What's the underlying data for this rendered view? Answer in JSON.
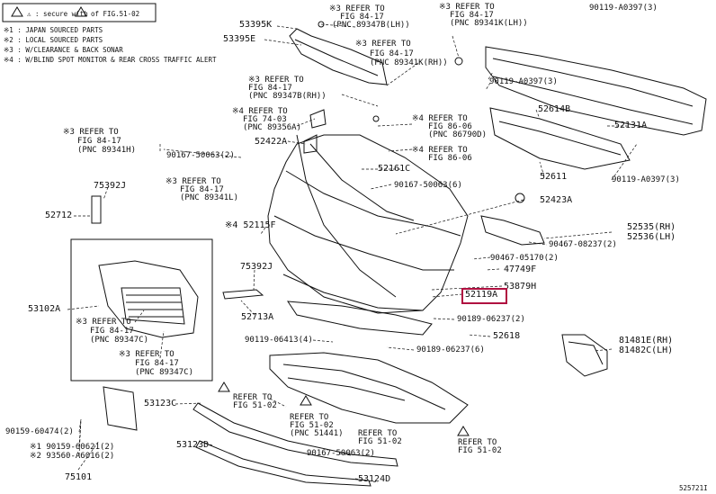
{
  "legend": {
    "header_pre": "⚠ : secure with",
    "header_post": "of FIG.51-02",
    "n1": "※1 : JAPAN SOURCED PARTS",
    "n2": "※2 : LOCAL SOURCED PARTS",
    "n3": "※3 : W/CLEARANCE & BACK SONAR",
    "n4": "※4 : W/BLIND SPOT MONITOR & REAR CROSS TRAFFIC ALERT"
  },
  "parts": {
    "p53395K": "53395K",
    "p53395E": "53395E",
    "r1a": "※3 REFER TO",
    "r1b": "FIG 84-17",
    "r1c": "(PNC 89347B(LH))",
    "r2a": "※3 REFER TO",
    "r2b": "FIG 84-17",
    "r2c": "(PNC 89341K(LH))",
    "r3a": "※3 REFER TO",
    "r3b": "FIG 84-17",
    "r3c": "(PNC 89341K(RH))",
    "r4a": "※3 REFER TO",
    "r4b": "FIG 84-17",
    "r4c": "(PNC 89347B(RH))",
    "r5a": "※4 REFER TO",
    "r5b": "FIG 74-03",
    "r5c": "(PNC 89356A)",
    "r6a": "※3 REFER TO",
    "r6b": "FIG 84-17",
    "r6c": "(PNC 89341H)",
    "r7a": "※4 REFER TO",
    "r7b": "FIG 86-06",
    "r7c": "(PNC 86790D)",
    "r8a": "※4 REFER TO",
    "r8b": "FIG 86-06",
    "r9a": "※3 REFER TO",
    "r9b": "FIG 84-17",
    "r9c": "(PNC 89341L)",
    "r10a": "※3 REFER TO",
    "r10b": "FIG 84-17",
    "r10c": "(PNC 89347C)",
    "r11a": "※3 REFER TO",
    "r11b": "FIG 84-17",
    "r11c": "(PNC 89347C)",
    "p52422A": "52422A",
    "p90167_50063_2": "90167-50063(2)",
    "p52161C": "52161C",
    "p90167_50063_6": "90167-50063(6)",
    "p90119_A0397_top": "90119-A0397(3)",
    "p90119_A0397_left": "90119-A0397(3)",
    "p52614B": "52614B",
    "p52131A": "52131A",
    "p52611": "52611",
    "p90119_A0397_btm": "90119-A0397(3)",
    "p52423A": "52423A",
    "p75392J_a": "75392J",
    "p52712": "52712",
    "p52115F": "※4 52115F",
    "p52535": "52535(RH)",
    "p52536": "52536(LH)",
    "p90467_08237": "90467-08237(2)",
    "p90467_05170": "90467-05170(2)",
    "p47749F": "47749F",
    "p53879H": "53879H",
    "p52119A": "52119A",
    "p75392J_b": "75392J",
    "p52713A": "52713A",
    "p53102A": "53102A",
    "p90189_06237_2": "90189-06237(2)",
    "p52618": "52618",
    "p90119_06413": "90119-06413(4)",
    "p90189_06237_6": "90189-06237(6)",
    "p81481E": "81481E(RH)",
    "p81482C": "81482C(LH)",
    "p53123C": "53123C",
    "ref51a": "REFER TO",
    "ref51b": "FIG 51-02",
    "ref51c": "REFER TO",
    "ref51d": "FIG 51-02",
    "ref51e": "(PNC 51441)",
    "ref51f": "REFER TO",
    "ref51g": "FIG 51-02",
    "ref51h": "REFER TO",
    "ref51i": "FIG 51-02",
    "p90159_60474": "90159-60474(2)",
    "p90159_60621": "※1 90159-60621(2)",
    "p93560_A6016": "※2 93560-A6016(2)",
    "p53123D": "53123D",
    "p90167_50063_btm": "90167-50063(2)",
    "p75101": "75101",
    "p53124D": "53124D",
    "diagram_id": "525721I"
  },
  "colors": {
    "highlight": "#b01040",
    "ink": "#111111"
  }
}
